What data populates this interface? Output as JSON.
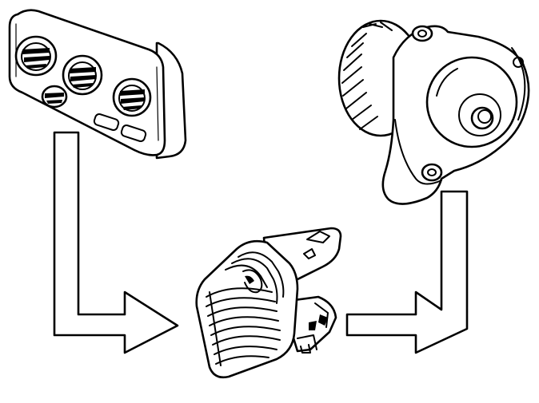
{
  "diagram": {
    "components": [
      {
        "id": "heater-control-panel",
        "icon": "control-panel-icon"
      },
      {
        "id": "blower-resistor",
        "icon": "resistor-icon"
      },
      {
        "id": "blower-motor",
        "icon": "blower-motor-icon"
      }
    ],
    "connections": [
      {
        "from": "heater-control-panel",
        "to": "blower-resistor"
      },
      {
        "from": "blower-resistor",
        "to": "blower-motor"
      }
    ],
    "colors": {
      "line": "#000000",
      "background": "#ffffff",
      "shade": "#d9d9d9"
    }
  }
}
